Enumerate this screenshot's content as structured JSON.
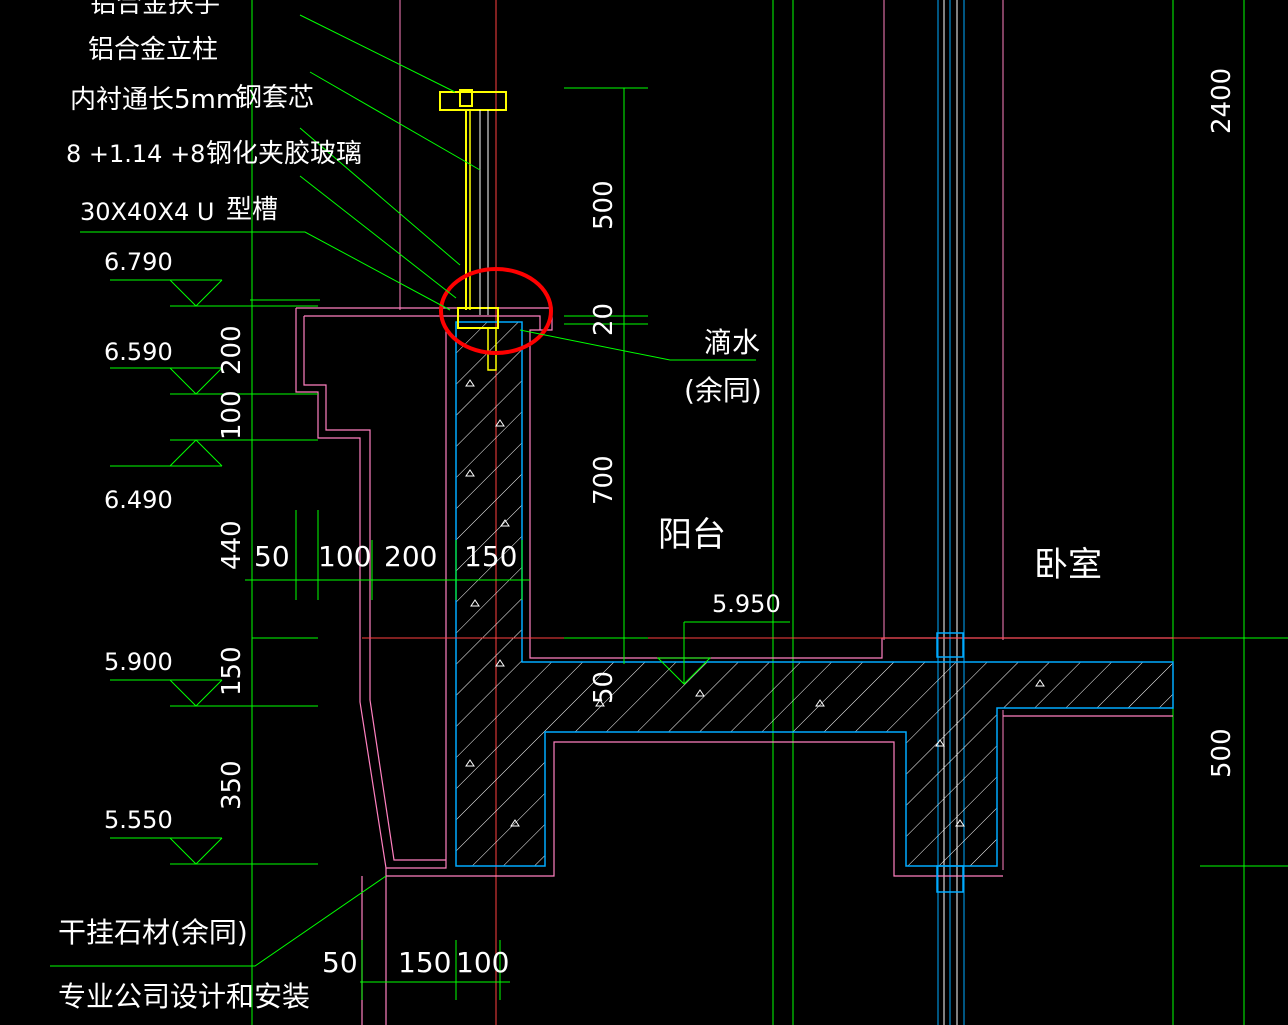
{
  "labels": {
    "handrail": "铝合金扶手",
    "post": "铝合金立柱",
    "core_left": "内衬通长5mm",
    "core_right": "钢套芯",
    "glass_spec": "8 +1.14 +8",
    "glass_name": "钢化夹胶玻璃",
    "channel_spec": "30X40X4 U",
    "channel_name": "型槽",
    "drip": "滴水",
    "drip_note": "(余同)",
    "balcony": "阳台",
    "bedroom": "卧室",
    "stone": "干挂石材(余同)",
    "installer": "专业公司设计和安装"
  },
  "elevations": {
    "e1": "6.790",
    "e2": "6.590",
    "e3": "6.490",
    "e4": "5.900",
    "e5": "5.550",
    "e6": "5.950"
  },
  "dimensions": {
    "v200": "200",
    "v100": "100",
    "v440": "440",
    "v150": "150",
    "v350": "350",
    "h50": "50",
    "h100": "100",
    "h200": "200",
    "h150": "150",
    "b50": "50",
    "b150": "150",
    "b100": "100",
    "r500": "500",
    "r20": "20",
    "r700": "700",
    "s50": "50",
    "far2400": "2400",
    "far500": "500"
  },
  "colors": {
    "background": "#000000",
    "text": "#ffffff",
    "dimension": "#00ff00",
    "outline": "#ff80c0",
    "concrete": "#00aaff",
    "railing": "#ffff00",
    "highlight": "#ff0000",
    "hatch": "#ffffff"
  }
}
